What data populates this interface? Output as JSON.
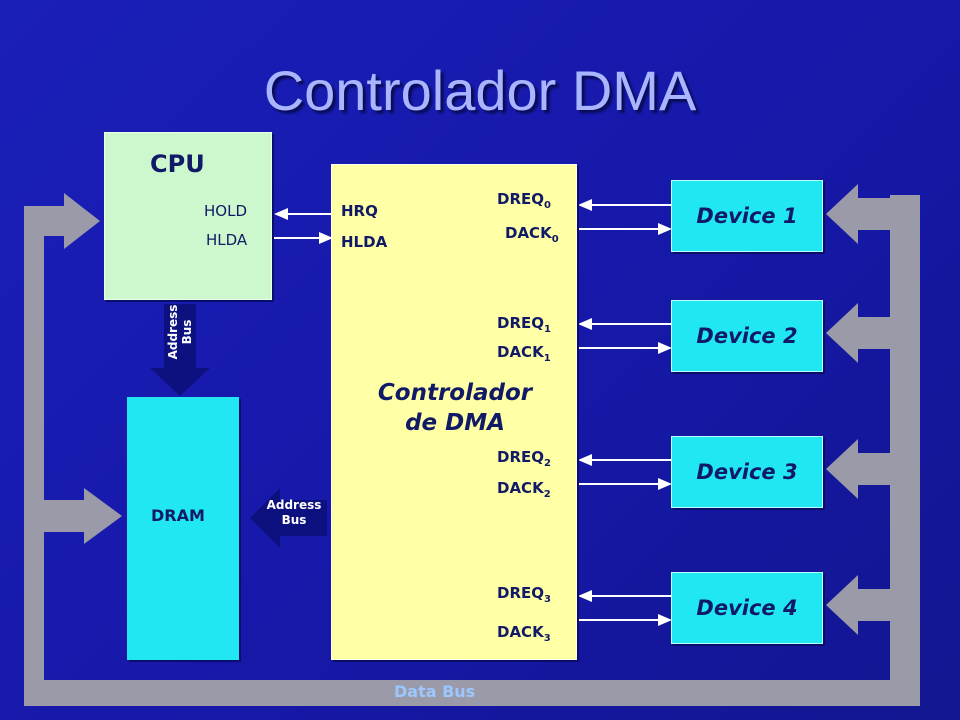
{
  "title": "Controlador DMA",
  "cpu": {
    "label": "CPU",
    "hold": "HOLD",
    "hlda": "HLDA"
  },
  "dma": {
    "label_line1": "Controlador",
    "label_line2": "de DMA",
    "hrq": "HRQ",
    "hlda": "HLDA",
    "channels": [
      {
        "dreq": "DREQ",
        "dack": "DACK",
        "index": "0"
      },
      {
        "dreq": "DREQ",
        "dack": "DACK",
        "index": "1"
      },
      {
        "dreq": "DREQ",
        "dack": "DACK",
        "index": "2"
      },
      {
        "dreq": "DREQ",
        "dack": "DACK",
        "index": "3"
      }
    ]
  },
  "dram": {
    "label": "DRAM"
  },
  "devices": [
    "Device 1",
    "Device 2",
    "Device 3",
    "Device 4"
  ],
  "buses": {
    "address_bus_cpu": [
      "Address",
      "Bus"
    ],
    "address_bus_dram": [
      "Address",
      "Bus"
    ],
    "data_bus": "Data Bus"
  },
  "colors": {
    "background": "#1618a8",
    "bus_gray": "#9a9aa8",
    "cpu_fill": "#cdf7cd",
    "dram_fill": "#21e7f2",
    "dma_fill": "#ffffa6",
    "device_fill": "#21e7f2",
    "address_bus_fill": "#0d1180"
  }
}
